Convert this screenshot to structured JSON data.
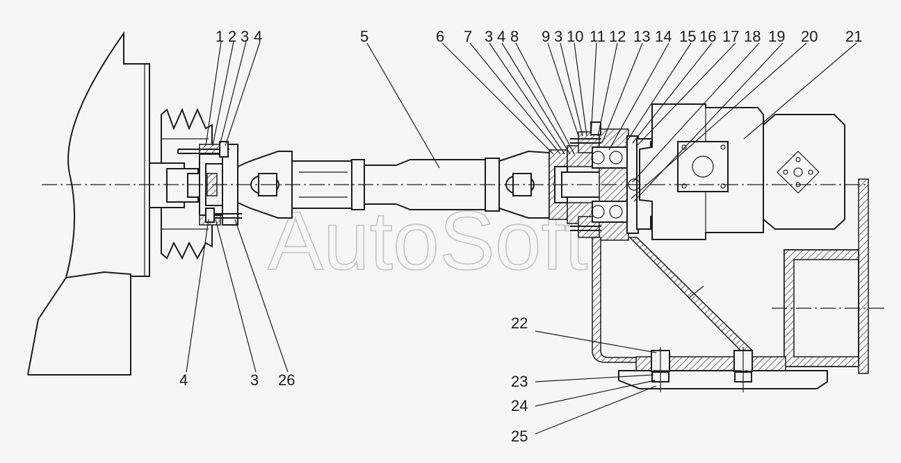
{
  "watermark": "AutoSoft",
  "callouts_top_left": [
    "1",
    "2",
    "3",
    "4"
  ],
  "callout_5": "5",
  "callouts_top_right": [
    "6",
    "7",
    "3",
    "4",
    "8",
    "9",
    "3",
    "10",
    "11",
    "12",
    "13",
    "14",
    "15",
    "16",
    "17",
    "18",
    "19",
    "20",
    "21"
  ],
  "callouts_bottom_left": [
    "4",
    "3",
    "26"
  ],
  "callouts_bottom_right": [
    "22",
    "23",
    "24",
    "25"
  ]
}
